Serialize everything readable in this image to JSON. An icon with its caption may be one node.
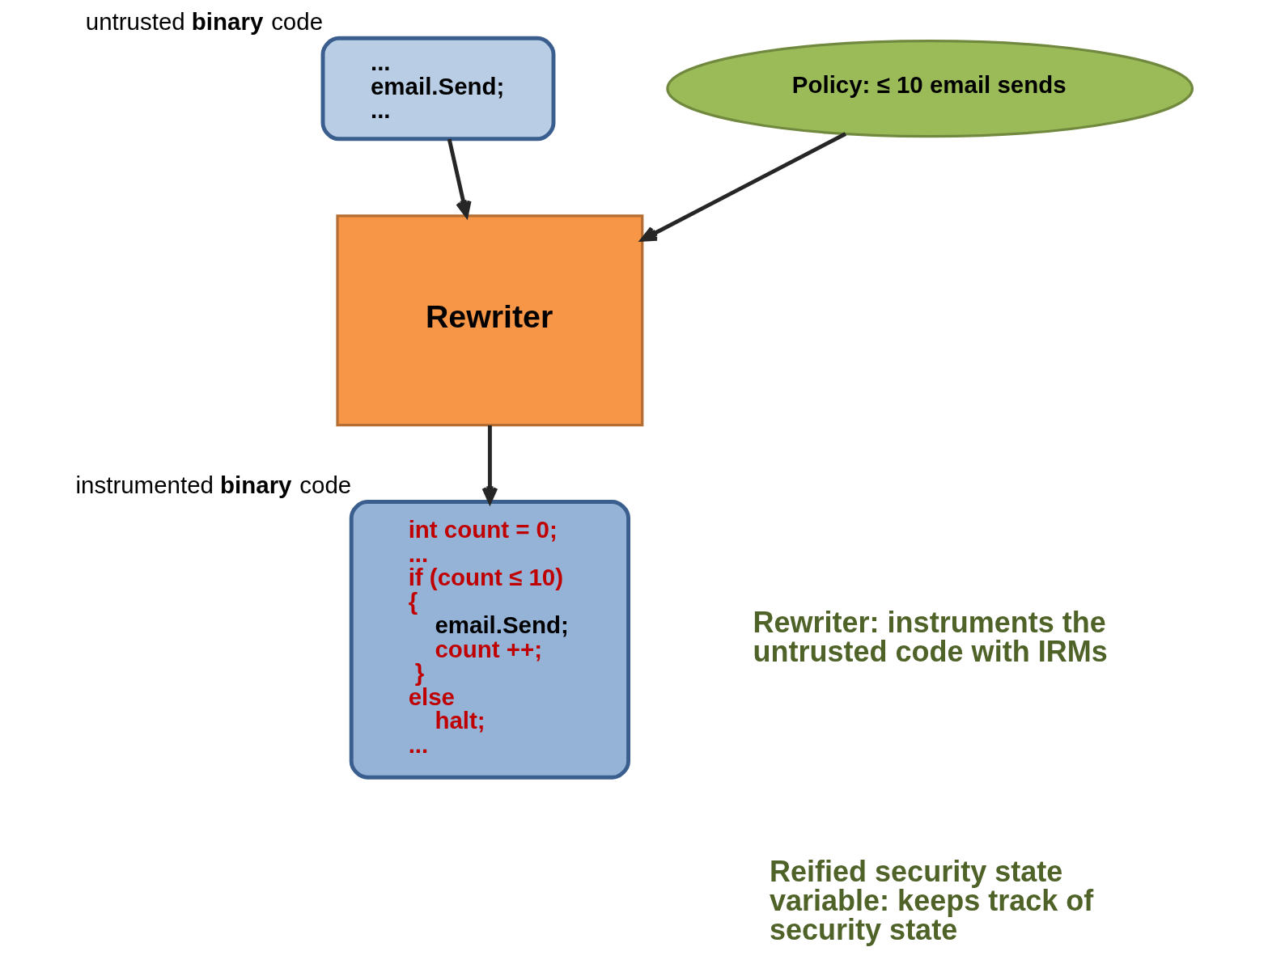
{
  "diagram": {
    "nodes": [
      {
        "text": [
          "...",
          "email.Send;",
          "..."
        ],
        "beside": [
          "untrusted **binary** code"
        ]
      },
      {
        "text": [
          "Rewriter"
        ]
      },
      {
        "text": [
          "Policy: ≤ 10 email sends"
        ]
      },
      {
        "text": [
          "int count = 0;",
          "...",
          "if (count ≤ 10)",
          "{",
          "email.Send;",
          "count ++;",
          "}",
          "else",
          "halt;",
          "..."
        ],
        "beside": [
          "instrumented **binary** code"
        ]
      }
    ],
    "edges": [
      {
        "from": 0,
        "to": 1,
        "arrow": "to"
      },
      {
        "from": 2,
        "to": 1,
        "arrow": "to"
      },
      {
        "from": 1,
        "to": 3,
        "arrow": "to"
      }
    ],
    "labels": [
      "Rewriter: instruments the untrusted code with IRMs",
      "Reified security state variable: keeps track of security state"
    ]
  }
}
